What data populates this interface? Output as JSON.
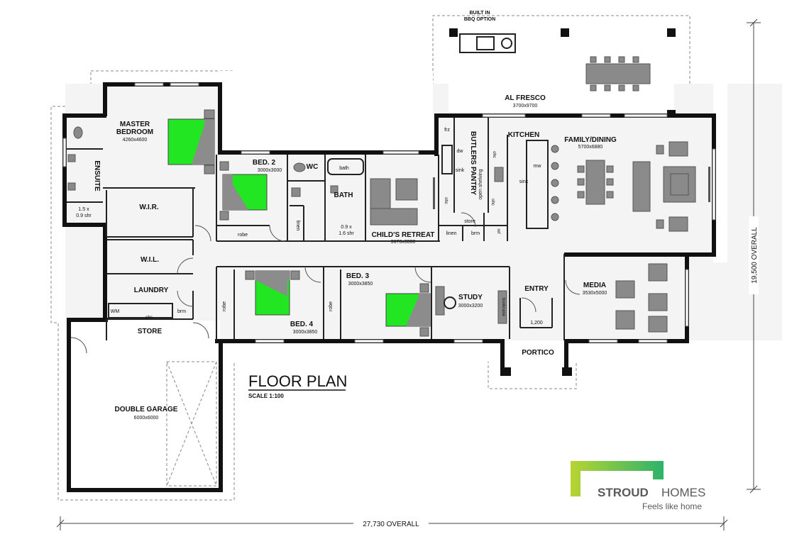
{
  "title": "FLOOR PLAN",
  "scale": "SCALE 1:100",
  "overall_width": "27,730 OVERALL",
  "overall_depth": "19,500 OVERALL",
  "brand": {
    "name_bold": "STROUD",
    "name_light": "HOMES",
    "tagline": "Feels like home",
    "accent_color": "#6cc24a"
  },
  "rooms": {
    "master": {
      "name": "MASTER",
      "name2": "BEDROOM",
      "size": "4260x4600"
    },
    "ensuite": {
      "name": "ENSUITE"
    },
    "ensuite_shower": {
      "line1": "1.5 x",
      "line2": "0.9 shr"
    },
    "wir": {
      "name": "W.I.R."
    },
    "wil": {
      "name": "W.I.L."
    },
    "laundry": {
      "name": "LAUNDRY",
      "wm": "WM",
      "ohc": "ohc",
      "brm": "brm"
    },
    "store": {
      "name": "STORE"
    },
    "garage": {
      "name": "DOUBLE GARAGE",
      "size": "6000x6000"
    },
    "bed2": {
      "name": "BED. 2",
      "size": "3000x3000",
      "robe": "robe"
    },
    "wc": {
      "name": "WC"
    },
    "linen1": {
      "name": "linen"
    },
    "bath": {
      "name": "BATH",
      "bath": "bath",
      "shr1": "0.9 x",
      "shr2": "1.6 shr"
    },
    "childs_retreat": {
      "name": "CHILD'S RETREAT",
      "size": "3670x3000"
    },
    "butlers": {
      "name": "BUTLERS PANTRY",
      "frz": "frz",
      "dw": "dw",
      "sink": "sink",
      "shelving": "open shelving",
      "ohc": "ohc",
      "store": "store",
      "linen": "linen",
      "brm": "brm",
      "ref": "ref"
    },
    "kitchen": {
      "name": "KITCHEN",
      "mw": "mw",
      "sink": "sink"
    },
    "family": {
      "name": "FAMILY/DINING",
      "size": "5700x6880"
    },
    "alfresco": {
      "name": "AL FRESCO",
      "size": "3700x9700",
      "bbq1": "BUILT IN",
      "bbq2": "BBQ OPTION"
    },
    "bed4": {
      "name": "BED. 4",
      "size": "3000x3850",
      "robe": "robe"
    },
    "bed3": {
      "name": "BED. 3",
      "size": "3000x3850",
      "robe": "robe"
    },
    "study": {
      "name": "STUDY",
      "size": "3000x3200",
      "bookcase": "bookcase"
    },
    "entry": {
      "name": "ENTRY",
      "width": "1,200"
    },
    "media": {
      "name": "MEDIA",
      "size": "3530x5000"
    },
    "portico": {
      "name": "PORTICO"
    }
  }
}
